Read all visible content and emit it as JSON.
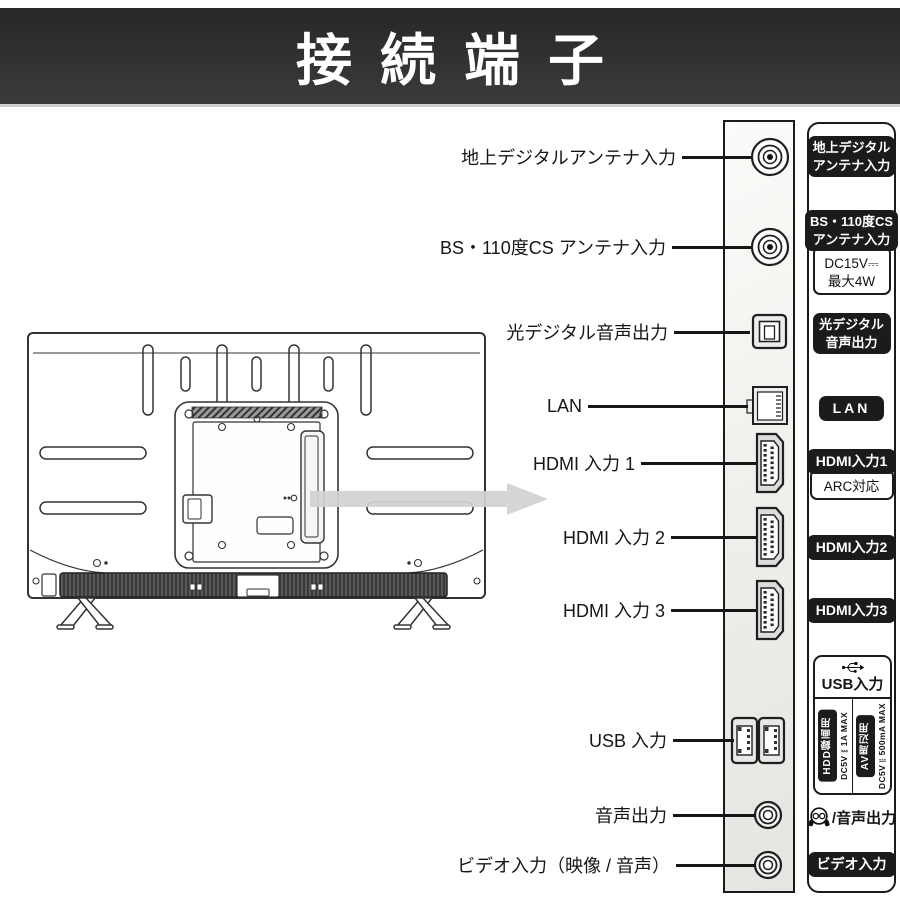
{
  "header": {
    "title": "接続端子"
  },
  "port_labels": [
    {
      "label": "地上デジタルアンテナ入力"
    },
    {
      "label": "BS・110度CS アンテナ入力"
    },
    {
      "label": "光デジタル音声出力"
    },
    {
      "label": "LAN"
    },
    {
      "label": "HDMI 入力 1"
    },
    {
      "label": "HDMI 入力 2"
    },
    {
      "label": "HDMI 入力 3"
    },
    {
      "label": "USB 入力"
    },
    {
      "label": "音声出力"
    },
    {
      "label": "ビデオ入力（映像 / 音声）"
    }
  ],
  "badges": {
    "terrestrial": {
      "line1": "地上デジタル",
      "line2": "アンテナ入力"
    },
    "bs_cs": {
      "line1": "BS・110度CS",
      "line2": "アンテナ入力",
      "note_line1": "DC15V⎓",
      "note_line2": "最大4W"
    },
    "optical": {
      "line1": "光デジタル",
      "line2": "音声出力"
    },
    "lan": {
      "label": "LAN"
    },
    "hdmi1": {
      "label": "HDMI入力1",
      "note": "ARC対応"
    },
    "hdmi2": {
      "label": "HDMI入力2"
    },
    "hdmi3": {
      "label": "HDMI入力3"
    },
    "usb": {
      "label": "USB入力",
      "col1_badge": "HDD録画用",
      "col1_note": "DC5V⎓1A MAX",
      "col2_badge": "AV周辺用",
      "col2_note": "DC5V⎓500mA MAX"
    },
    "audio_out": {
      "label": "/音声出力"
    },
    "video_in": {
      "label": "ビデオ入力"
    }
  },
  "icons": {
    "usb": "usb-trident-icon",
    "headphone": "headphone-icon"
  },
  "colors": {
    "banner_bg": "#303030",
    "banner_text": "#ffffff",
    "badge_bg": "#1b1b1b",
    "leader_line": "#161616",
    "arrow_gray": "#d2d2d2",
    "panel_bg": "#f3f1ee"
  }
}
